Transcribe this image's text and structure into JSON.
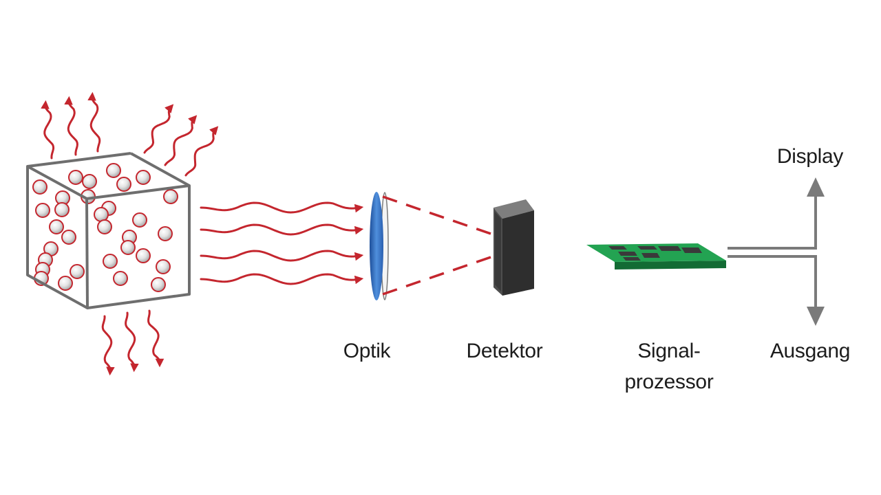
{
  "labels": {
    "optics": "Optik",
    "detector": "Detektor",
    "processor_line1": "Signal-",
    "processor_line2": "prozessor",
    "display": "Display",
    "output": "Ausgang"
  },
  "colors": {
    "radiation": "#c4262e",
    "cube_edge": "#6e6e6e",
    "particle_outline": "#c4262e",
    "lens": "#2f6fbf",
    "detector_body": "#3c3c3c",
    "circuit_board": "#1e9a4a",
    "chip": "#3a3a3a",
    "output_arrow": "#7a7a7a",
    "text": "#1c1c1c"
  },
  "icons": [
    "radiation-wave-arrow",
    "particle-sphere",
    "lens-icon",
    "detector-icon",
    "circuit-board-icon",
    "output-arrow-icon"
  ]
}
